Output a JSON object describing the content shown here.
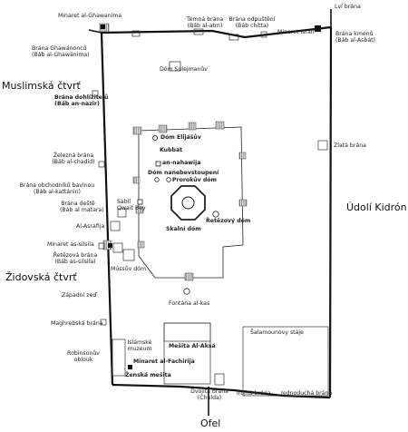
{
  "labels": {
    "minaret_ghawanima": "Minaret al-Ghawanima",
    "levi_brana": "Lví brána",
    "temna_brana": "Temná brána",
    "temna_brana_sub": "(Báb al-atm)",
    "brana_odpusteni": "Brána odpuštění",
    "brana_odpusteni_sub": "(Báb chitta)",
    "minaret_israil": "Minaret Israil",
    "brana_kmenu": "Brána kmenů",
    "brana_kmenu_sub": "(Báb al-Asbát)",
    "brana_ghawanima": "Brána Ghawánonců",
    "brana_ghawanima_sub": "(Báb al-Ghawánima)",
    "dom_sulejmanuv": "Dóm Sulejmanův",
    "muslimska_ctvrt": "Muslimská čtvrť",
    "brana_dohlizitelu": "Brána dohlížitelů",
    "brana_dohlizitelu_sub": "(Báb an-nazir)",
    "dom_elijasuv": "Dóm Elijášův",
    "kubbat": "Kubbat",
    "kubbat_sub": "an-nahawija",
    "dom_nanebevstoupeni": "Dóm nanebevstoupení",
    "prorokuv_dom": "Prorokův dóm",
    "zlata_brana": "Zlatá brána",
    "zelezna_brana": "Železná brána",
    "zelezna_brana_sub": "(Báb al-chadíd)",
    "brana_obchodniku": "Brána obchodníků bavlnou",
    "brana_obchodniku_sub": "(Báb al-kattánin)",
    "brana_destu": "Brána deště",
    "brana_destu_sub": "(Báb al matara)",
    "sabil_qwait": "Sabíl",
    "sabil_qwait_sub": "Qwait Bey",
    "retezovy_dom": "Řetězový dóm",
    "skalni_dom": "Skalní dóm",
    "udoli_kidron": "Údolí Kidrón",
    "al_asrafija": "Al-Asrafija",
    "minaret_silsila": "Minaret as-silsila",
    "retezova_brana": "Řetězová brána",
    "retezova_brana_sub": "(Báb as-silsila)",
    "zidovska_ctvrt": "Židovská čtvrť",
    "mussuv_dom": "Mússův dóm",
    "zapadni_zed": "Západní zeď",
    "fontana": "Fontána al-kas",
    "maghrebska_brana": "Maghrebská brána",
    "salamounovy_staje": "Šalamounovy stáje",
    "robinsonuv_oblouk": "Robinsonův",
    "robinsonuv_oblouk_sub": "oblouk",
    "islamske_muzeum": "Islámské",
    "islamske_muzeum_sub": "muzeum",
    "mesita_aksa": "Mešita Al-Aksá",
    "minaret_fachirija": "Minaret al-Fachirija",
    "zenska_mesita": "Ženská mešita",
    "dvojita_brana": "Dvojitá brána",
    "dvojita_brana_sub": "(Chulda)",
    "trojita_brana": "Trojitá brána",
    "jednoducha_brana": "Jednoduchá brána",
    "ofel": "Ofel"
  },
  "colors": {
    "wall": "#111111",
    "hatch": "#8a8a8a",
    "text": "#222222"
  }
}
